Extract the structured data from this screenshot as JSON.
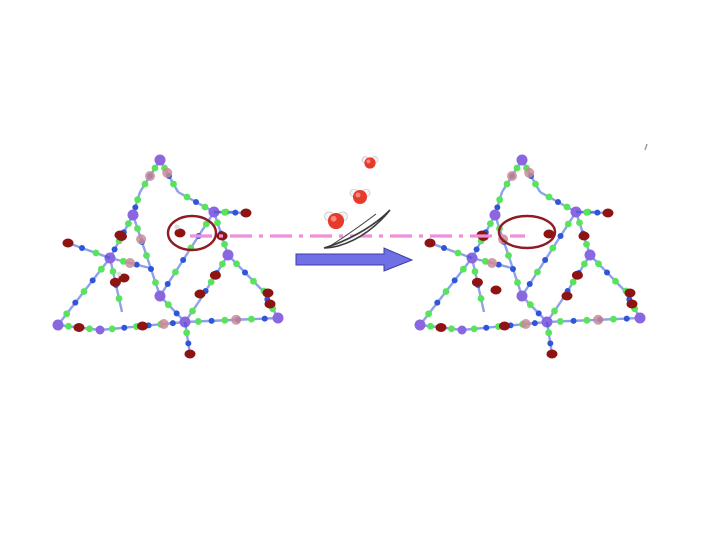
{
  "figure": {
    "kind": "molecular-framework-scheme",
    "colors": {
      "background": "#ffffff",
      "bond_green": "#57e35a",
      "bond_blue": "#2f56d8",
      "metal_node": "#8b67df",
      "oxygen_atom": "#8e1414",
      "faded_atom": "#c98a98",
      "highlight_ring": "#8e1b26",
      "guide_line": "#ef8fdb",
      "arrow_fill": "#6f6fe6",
      "water_oxygen": "#e53a2c",
      "water_hydrogen": "#f3f3f3",
      "leaf_stroke": "#3b3b3b"
    },
    "panels": [
      {
        "name": "left-framework",
        "state": "with-coordinated-water"
      },
      {
        "name": "right-framework",
        "state": "water-removed"
      }
    ],
    "process_arrow": {
      "direction": "right",
      "icons": [
        "water-molecules-icon",
        "heat-leaf-icon"
      ]
    },
    "guide_line": {
      "style": "dash-dot",
      "colour_key": "guide_line"
    }
  }
}
